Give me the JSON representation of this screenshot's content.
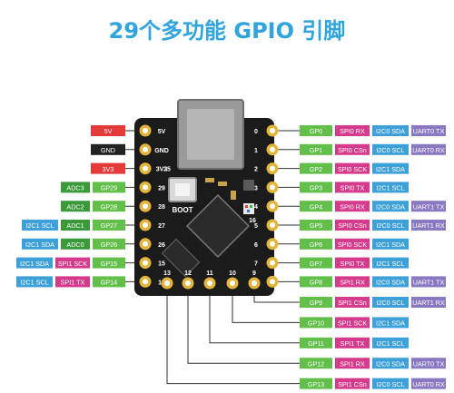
{
  "title": "29个多功能  GPIO 引脚",
  "colors": {
    "title": "#2fa4dd",
    "gpio": "#62c04a",
    "adc": "#3a9a3a",
    "spi": "#d63a8c",
    "i2c": "#3ea0d8",
    "uart": "#8a78c2",
    "power": "#e43a3a",
    "gnd": "#222222",
    "board": "#1b1b1b",
    "pad": "#e3b53b"
  },
  "board": {
    "boot_label": "BOOT",
    "pin_16_label": "16",
    "left_pin_numbers": [
      "5V",
      "GND",
      "3V3",
      "29",
      "28",
      "27",
      "26",
      "15",
      "14"
    ],
    "right_pin_numbers": [
      "0",
      "1",
      "2",
      "3",
      "4",
      "5",
      "6",
      "7",
      "8"
    ],
    "bottom_pin_numbers": [
      "13",
      "12",
      "11",
      "10",
      "9"
    ],
    "left_power_numbers": [
      "",
      "",
      "25"
    ]
  },
  "left_pins": [
    {
      "labels": [
        {
          "text": "5V",
          "type": "power"
        }
      ]
    },
    {
      "labels": [
        {
          "text": "GND",
          "type": "gnd"
        }
      ]
    },
    {
      "labels": [
        {
          "text": "3V3",
          "type": "power"
        }
      ]
    },
    {
      "labels": [
        {
          "text": "ADC3",
          "type": "adc"
        },
        {
          "text": "GP29",
          "type": "gpio"
        }
      ]
    },
    {
      "labels": [
        {
          "text": "ADC2",
          "type": "adc"
        },
        {
          "text": "GP28",
          "type": "gpio"
        }
      ]
    },
    {
      "labels": [
        {
          "text": "I2C1 SCL",
          "type": "i2c"
        },
        {
          "text": "ADC1",
          "type": "adc"
        },
        {
          "text": "GP27",
          "type": "gpio"
        }
      ]
    },
    {
      "labels": [
        {
          "text": "I2C1 SDA",
          "type": "i2c"
        },
        {
          "text": "ADC0",
          "type": "adc"
        },
        {
          "text": "GP26",
          "type": "gpio"
        }
      ]
    },
    {
      "labels": [
        {
          "text": "I2C1 SDA",
          "type": "i2c"
        },
        {
          "text": "SPI1 SCK",
          "type": "spi"
        },
        {
          "text": "GP15",
          "type": "gpio"
        }
      ]
    },
    {
      "labels": [
        {
          "text": "I2C1 SCL",
          "type": "i2c"
        },
        {
          "text": "SPI1 TX",
          "type": "spi"
        },
        {
          "text": "GP14",
          "type": "gpio"
        }
      ]
    }
  ],
  "right_pins": [
    {
      "labels": [
        {
          "text": "GP0",
          "type": "gpio"
        },
        {
          "text": "SPI0 RX",
          "type": "spi"
        },
        {
          "text": "I2C0 SDA",
          "type": "i2c"
        },
        {
          "text": "UART0 TX",
          "type": "uart"
        }
      ]
    },
    {
      "labels": [
        {
          "text": "GP1",
          "type": "gpio"
        },
        {
          "text": "SPI0 CSn",
          "type": "spi"
        },
        {
          "text": "I2C0 SCL",
          "type": "i2c"
        },
        {
          "text": "UART0 RX",
          "type": "uart"
        }
      ]
    },
    {
      "labels": [
        {
          "text": "GP2",
          "type": "gpio"
        },
        {
          "text": "SPI0 SCK",
          "type": "spi"
        },
        {
          "text": "I2C1 SDA",
          "type": "i2c"
        }
      ]
    },
    {
      "labels": [
        {
          "text": "GP3",
          "type": "gpio"
        },
        {
          "text": "SPI0 TX",
          "type": "spi"
        },
        {
          "text": "I2C1 SCL",
          "type": "i2c"
        }
      ]
    },
    {
      "labels": [
        {
          "text": "GP4",
          "type": "gpio"
        },
        {
          "text": "SPI0 RX",
          "type": "spi"
        },
        {
          "text": "I2C0 SDA",
          "type": "i2c"
        },
        {
          "text": "UART1 TX",
          "type": "uart"
        }
      ]
    },
    {
      "labels": [
        {
          "text": "GP5",
          "type": "gpio"
        },
        {
          "text": "SPI0 CSn",
          "type": "spi"
        },
        {
          "text": "I2C0 SCL",
          "type": "i2c"
        },
        {
          "text": "UART1 RX",
          "type": "uart"
        }
      ]
    },
    {
      "labels": [
        {
          "text": "GP6",
          "type": "gpio"
        },
        {
          "text": "SPI0 SCK",
          "type": "spi"
        },
        {
          "text": "I2C1 SDA",
          "type": "i2c"
        }
      ]
    },
    {
      "labels": [
        {
          "text": "GP7",
          "type": "gpio"
        },
        {
          "text": "SPI0 TX",
          "type": "spi"
        },
        {
          "text": "I2C1 SCL",
          "type": "i2c"
        }
      ]
    },
    {
      "labels": [
        {
          "text": "GP8",
          "type": "gpio"
        },
        {
          "text": "SPI1 RX",
          "type": "spi"
        },
        {
          "text": "I2C0 SDA",
          "type": "i2c"
        },
        {
          "text": "UART1 TX",
          "type": "uart"
        }
      ]
    }
  ],
  "bottom_pins": [
    {
      "labels": [
        {
          "text": "GP9",
          "type": "gpio"
        },
        {
          "text": "SPI1 CSn",
          "type": "spi"
        },
        {
          "text": "I2C0 SCL",
          "type": "i2c"
        },
        {
          "text": "UART1 RX",
          "type": "uart"
        }
      ]
    },
    {
      "labels": [
        {
          "text": "GP10",
          "type": "gpio"
        },
        {
          "text": "SPI1 SCK",
          "type": "spi"
        },
        {
          "text": "I2C1 SDA",
          "type": "i2c"
        }
      ]
    },
    {
      "labels": [
        {
          "text": "GP11",
          "type": "gpio"
        },
        {
          "text": "SPI1 TX",
          "type": "spi"
        },
        {
          "text": "I2C1 SCL",
          "type": "i2c"
        }
      ]
    },
    {
      "labels": [
        {
          "text": "GP12",
          "type": "gpio"
        },
        {
          "text": "SPI1 RX",
          "type": "spi"
        },
        {
          "text": "I2C0 SDA",
          "type": "i2c"
        },
        {
          "text": "UART0 TX",
          "type": "uart"
        }
      ]
    },
    {
      "labels": [
        {
          "text": "GP13",
          "type": "gpio"
        },
        {
          "text": "SPI1 CSn",
          "type": "spi"
        },
        {
          "text": "I2C0 SCL",
          "type": "i2c"
        },
        {
          "text": "UART0 RX",
          "type": "uart"
        }
      ]
    }
  ]
}
